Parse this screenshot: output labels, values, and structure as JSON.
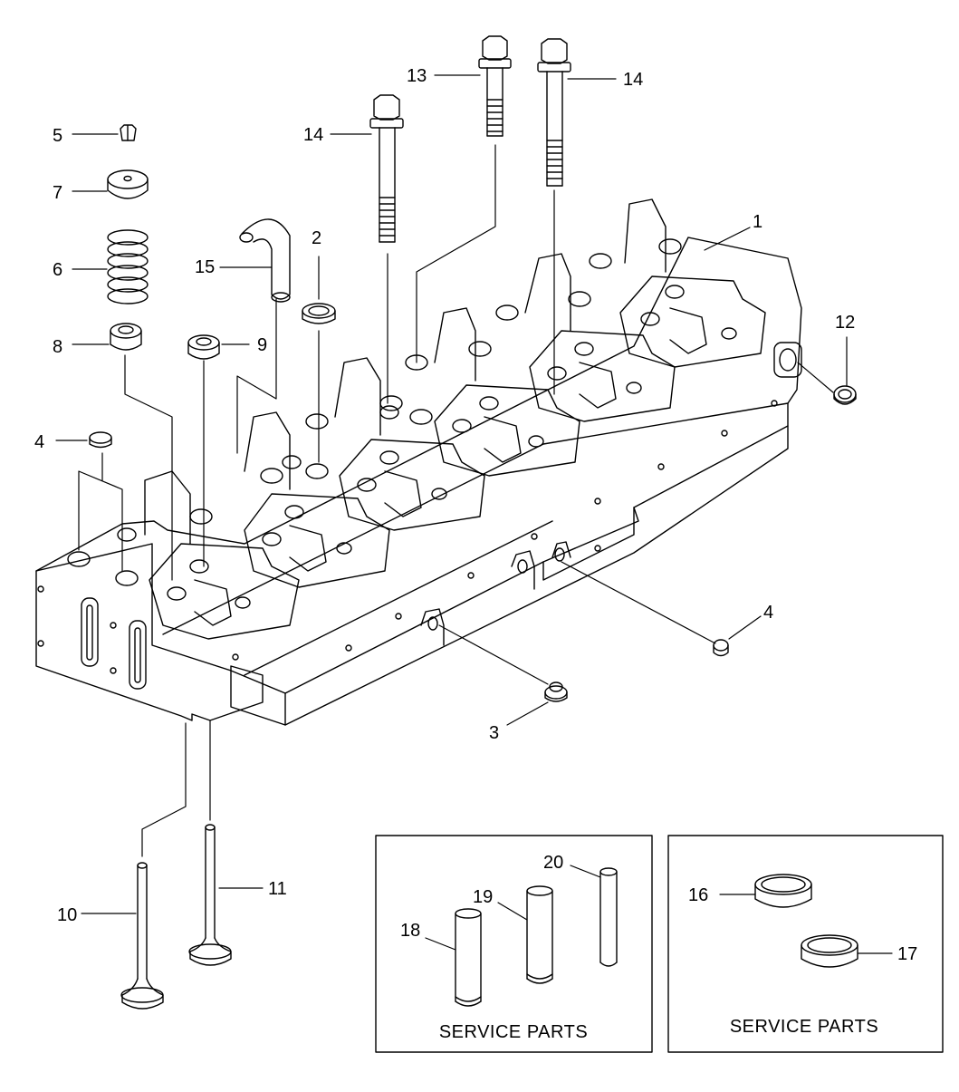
{
  "callouts": {
    "c1": "1",
    "c2": "2",
    "c3": "3",
    "c4a": "4",
    "c4b": "4",
    "c5": "5",
    "c6": "6",
    "c7": "7",
    "c8": "8",
    "c9": "9",
    "c10": "10",
    "c11": "11",
    "c12": "12",
    "c13": "13",
    "c14a": "14",
    "c14b": "14",
    "c15": "15",
    "c16": "16",
    "c17": "17",
    "c18": "18",
    "c19": "19",
    "c20": "20"
  },
  "boxes": {
    "guides_label": "SERVICE PARTS",
    "seats_label": "SERVICE PARTS"
  },
  "colors": {
    "line": "#000000",
    "background": "#ffffff"
  }
}
